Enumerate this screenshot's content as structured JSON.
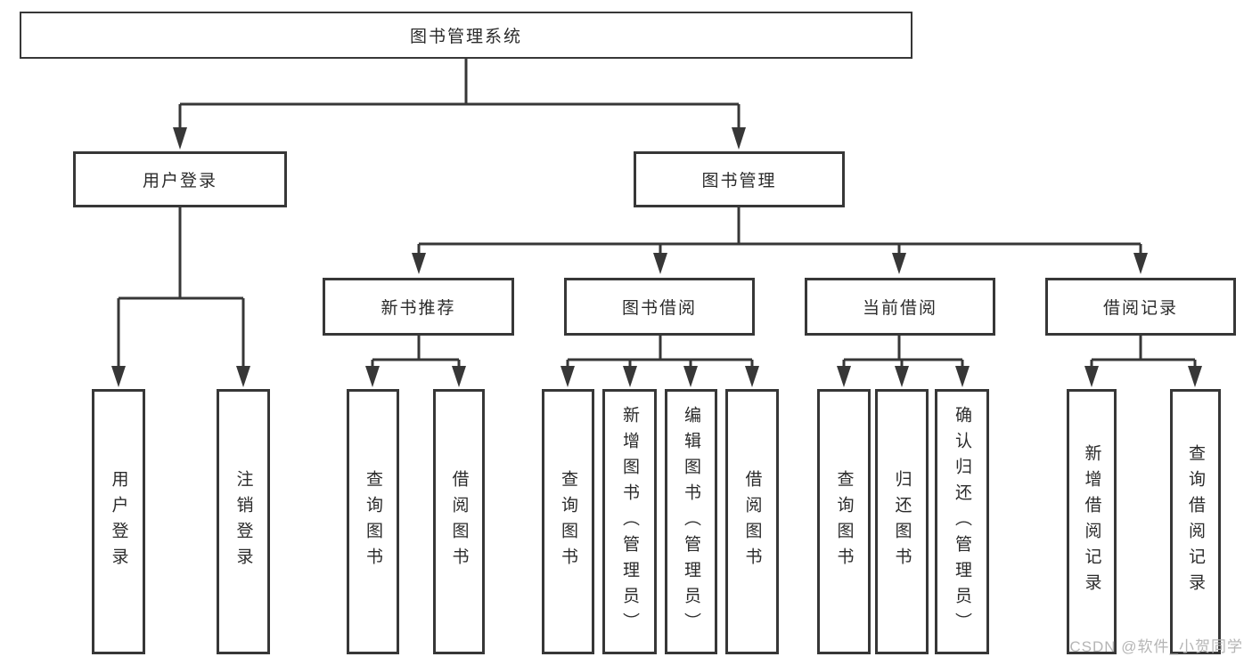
{
  "nodes": {
    "root": {
      "label": "图书管理系统"
    },
    "user_login": {
      "label": "用户登录"
    },
    "book_mgmt": {
      "label": "图书管理"
    },
    "new_book_rec": {
      "label": "新书推荐"
    },
    "book_borrow": {
      "label": "图书借阅"
    },
    "current_borrow": {
      "label": "当前借阅"
    },
    "borrow_record": {
      "label": "借阅记录"
    },
    "leaf_user_login": {
      "label": "用户登录"
    },
    "leaf_logout": {
      "label": "注销登录"
    },
    "leaf_rec_query": {
      "label": "查询图书"
    },
    "leaf_rec_borrow": {
      "label": "借阅图书"
    },
    "leaf_bor_query": {
      "label": "查询图书"
    },
    "leaf_bor_add": {
      "label": "新增图书（管理员）"
    },
    "leaf_bor_edit": {
      "label": "编辑图书（管理员）"
    },
    "leaf_bor_borrow": {
      "label": "借阅图书"
    },
    "leaf_cur_query": {
      "label": "查询图书"
    },
    "leaf_cur_return": {
      "label": "归还图书"
    },
    "leaf_cur_confirm": {
      "label": "确认归还（管理员）"
    },
    "leaf_brec_add": {
      "label": "新增借阅记录"
    },
    "leaf_brec_query": {
      "label": "查询借阅记录"
    }
  },
  "watermark": "CSDN @软件_小贺同学",
  "colors": {
    "line": "#373737",
    "box_border": "#373737",
    "box_background": "#ffffff",
    "text": "#2b2b2b",
    "watermark": "#b5b5b5"
  }
}
